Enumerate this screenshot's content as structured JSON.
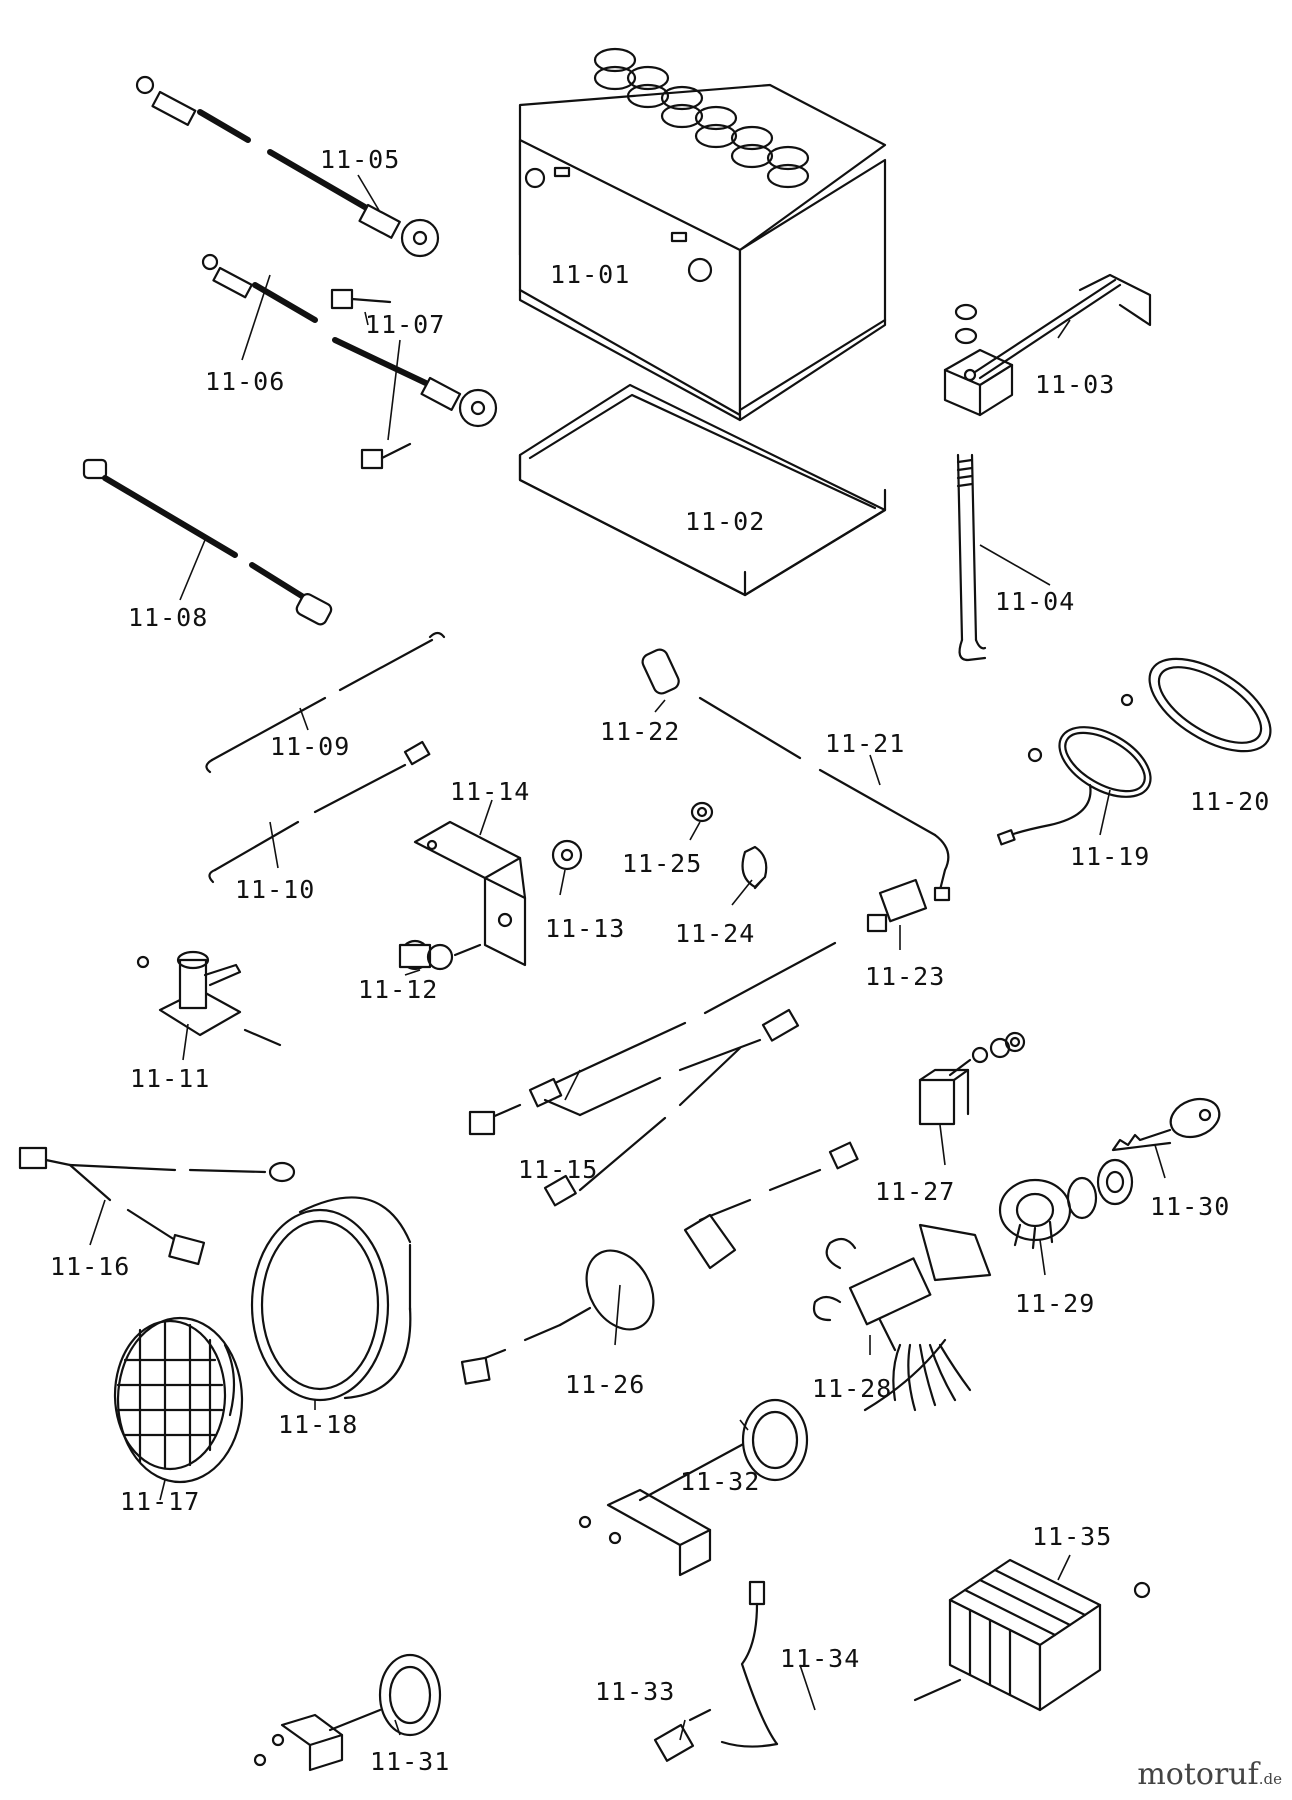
{
  "callouts": {
    "c1101": "11-01",
    "c1102": "11-02",
    "c1103": "11-03",
    "c1104": "11-04",
    "c1105": "11-05",
    "c1106": "11-06",
    "c1107": "11-07",
    "c1108": "11-08",
    "c1109": "11-09",
    "c1110": "11-10",
    "c1111": "11-11",
    "c1112": "11-12",
    "c1113": "11-13",
    "c1114": "11-14",
    "c1115": "11-15",
    "c1116": "11-16",
    "c1117": "11-17",
    "c1118": "11-18",
    "c1119": "11-19",
    "c1120": "11-20",
    "c1121": "11-21",
    "c1122": "11-22",
    "c1123": "11-23",
    "c1124": "11-24",
    "c1125": "11-25",
    "c1126": "11-26",
    "c1127": "11-27",
    "c1128": "11-28",
    "c1129": "11-29",
    "c1130": "11-30",
    "c1131": "11-31",
    "c1132": "11-32",
    "c1133": "11-33",
    "c1134": "11-34",
    "c1135": "11-35"
  },
  "watermark": {
    "brand": "motoruf",
    "suffix": ".de"
  }
}
